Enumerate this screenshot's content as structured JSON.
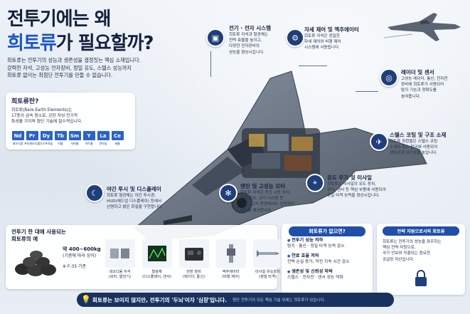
{
  "title": {
    "line1": "전투기에는 왜",
    "highlight": "희토류",
    "line2_rest": "가 필요할까?"
  },
  "intro": [
    "희토류는 전투기의 성능과 생존성을 결정짓는 핵심 소재입니다.",
    "강력한 자석, 고성능 전자장비, 정밀 유도, 스텔스 성능까지",
    "희토류 없이는 최첨단 전투기를 만들 수 없습니다."
  ],
  "ree": {
    "heading": "희토류란?",
    "desc": [
      "희토류(Rare Earth Elements)는",
      "17종의 금속 원소로, 강한 자성·전기적",
      "특성을 가지며 첨단 기술에 필수적입니다."
    ],
    "elements": [
      {
        "sym": "Nd",
        "name": "네오디뮴"
      },
      {
        "sym": "Pr",
        "name": "프라세오디뮴"
      },
      {
        "sym": "Dy",
        "name": "디스프로슘"
      },
      {
        "sym": "Tb",
        "name": "터븀"
      },
      {
        "sym": "Sm",
        "name": "사마륨"
      },
      {
        "sym": "Y",
        "name": "이트륨"
      },
      {
        "sym": "La",
        "name": "란타늄"
      },
      {
        "sym": "Ce",
        "name": "세륨"
      }
    ]
  },
  "callouts": {
    "electric": {
      "title": "전기 · 전자 시스템",
      "desc": [
        "희토류 자석과 형광체는",
        "전력 효율을 높이고,",
        "다양한 전자장비의",
        "성능을 향상시킵니다."
      ]
    },
    "attitude": {
      "title": "자세 제어 및 액추에이터",
      "desc": [
        "희토류 자석은 정밀한",
        "자세 제어와 비행 제어",
        "시스템에 사용됩니다."
      ]
    },
    "radar": {
      "title": "레이더 및 센서",
      "desc": [
        "고성능 레이더, 통신, 전자전",
        "장비에 희토류가 사용되어",
        "탐지 기능과 정확도를",
        "높여줍니다."
      ]
    },
    "stealth": {
      "title": "스텔스 코팅 및 구조 소재",
      "desc": [
        "희토류 화합물은 스텔스 코팅",
        "소재와 특수 합금에 사용되어",
        "생존성과 내구성을 높입니다."
      ]
    },
    "guided": {
      "title": "유도 무기 및 미사일",
      "desc": [
        "희토류는 미사일의 유도 장치,",
        "모터, 센서 등 핵심 부품에 사용되어",
        "정밀 타격 능력을 향상시킵니다."
      ]
    },
    "engine": {
      "title": "엔진 및 고성능 모터",
      "desc": [
        "희토류 자석은 엔진 시동 모터,",
        "연료 펌프, 냉각 시스템 등",
        "고온 · 고속 환경에서도 안정적인",
        "성능을 제공합니다."
      ]
    },
    "night": {
      "title": "야간 투시 및 디스플레이",
      "desc": [
        "희토류 형광체는 야간 투시경,",
        "HUD(헤드업 디스플레이) 등에서",
        "선명하고 밝은 화질을 구현합니다."
      ]
    }
  },
  "usage": {
    "heading1": "전투기 한 대에 사용되는",
    "heading2": "희토류의 예",
    "amount1": "약 400~600kg",
    "amount2": "(기종에 따라 상이)",
    "note": "※ F-35 기준",
    "parts": [
      {
        "name1": "네오디뮴 자석",
        "name2": "(모터, 발전기)"
      },
      {
        "name1": "형광체",
        "name2": "(디스플레이, 센서)"
      },
      {
        "name1": "전장 장비",
        "name2": "(레이더, 통신)"
      },
      {
        "name1": "액추에이터",
        "name2": "(비행 제어)"
      },
      {
        "name1": "미사일 유도장치",
        "name2": "(정밀 타격)"
      }
    ]
  },
  "without": {
    "title": "희토류가 없으면?",
    "items": [
      {
        "t": "전투기 성능 저하",
        "d": "탐지 · 통신 · 정밀 타격 능력 감소"
      },
      {
        "t": "연료 효율 저하",
        "d": "전력 손실 증가, 작전 지속 시간 감소"
      },
      {
        "t": "생존성 및 신뢰성 하락",
        "d": "스텔스 · 전자전 · 센서 성능 약화"
      }
    ]
  },
  "strategic": {
    "title": "전략 자원으로서의 희토류",
    "desc": [
      "희토류는 전투기의 성능을 좌우하는",
      "핵심 전략 자원으로,",
      "국가 안보와 직결되는 중요한",
      "공급망 자산입니다."
    ]
  },
  "footer": {
    "main": "희토류는 보이지 않지만, 전투기의 '두뇌'이자 '심장'입니다.",
    "sub": "첨단 전투기의 모든 핵심 기술 뒤에는 희토류가 있습니다."
  },
  "colors": {
    "navy": "#14213d",
    "accent": "#1a56c8",
    "element": "#2a63c9",
    "pill": "#1f4fa8",
    "footer": "#19315e"
  }
}
